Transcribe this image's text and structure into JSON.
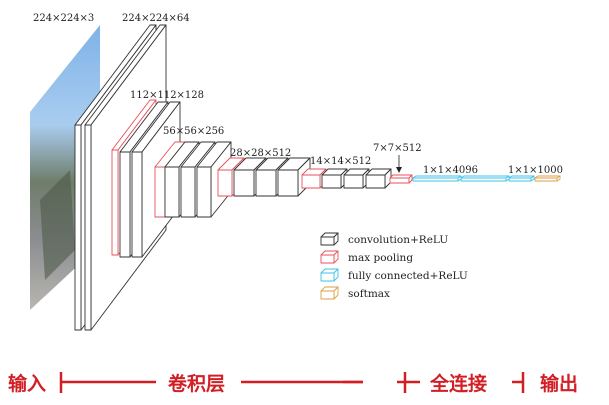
{
  "diagram": {
    "title": "VGG16",
    "input": {
      "label": "224×224×3"
    },
    "stages": [
      {
        "label": "224×224×64"
      },
      {
        "label": "112×112×128"
      },
      {
        "label": "56×56×256"
      },
      {
        "label": "28×28×512"
      },
      {
        "label": "14×14×512"
      },
      {
        "label": "7×7×512"
      },
      {
        "label": "1×1×4096"
      },
      {
        "label": "1×1×1000"
      }
    ],
    "legend": [
      {
        "label": "convolution+ReLU",
        "color": "#333333"
      },
      {
        "label": "max pooling",
        "color": "#e8505b"
      },
      {
        "label": "fully connected+ReLU",
        "color": "#3cc3e8"
      },
      {
        "label": "softmax",
        "color": "#d9a24a"
      }
    ],
    "sections": {
      "input": "输入",
      "conv": "卷积层",
      "fc": "全连接",
      "output": "输出"
    },
    "accent": "#d21f26"
  }
}
